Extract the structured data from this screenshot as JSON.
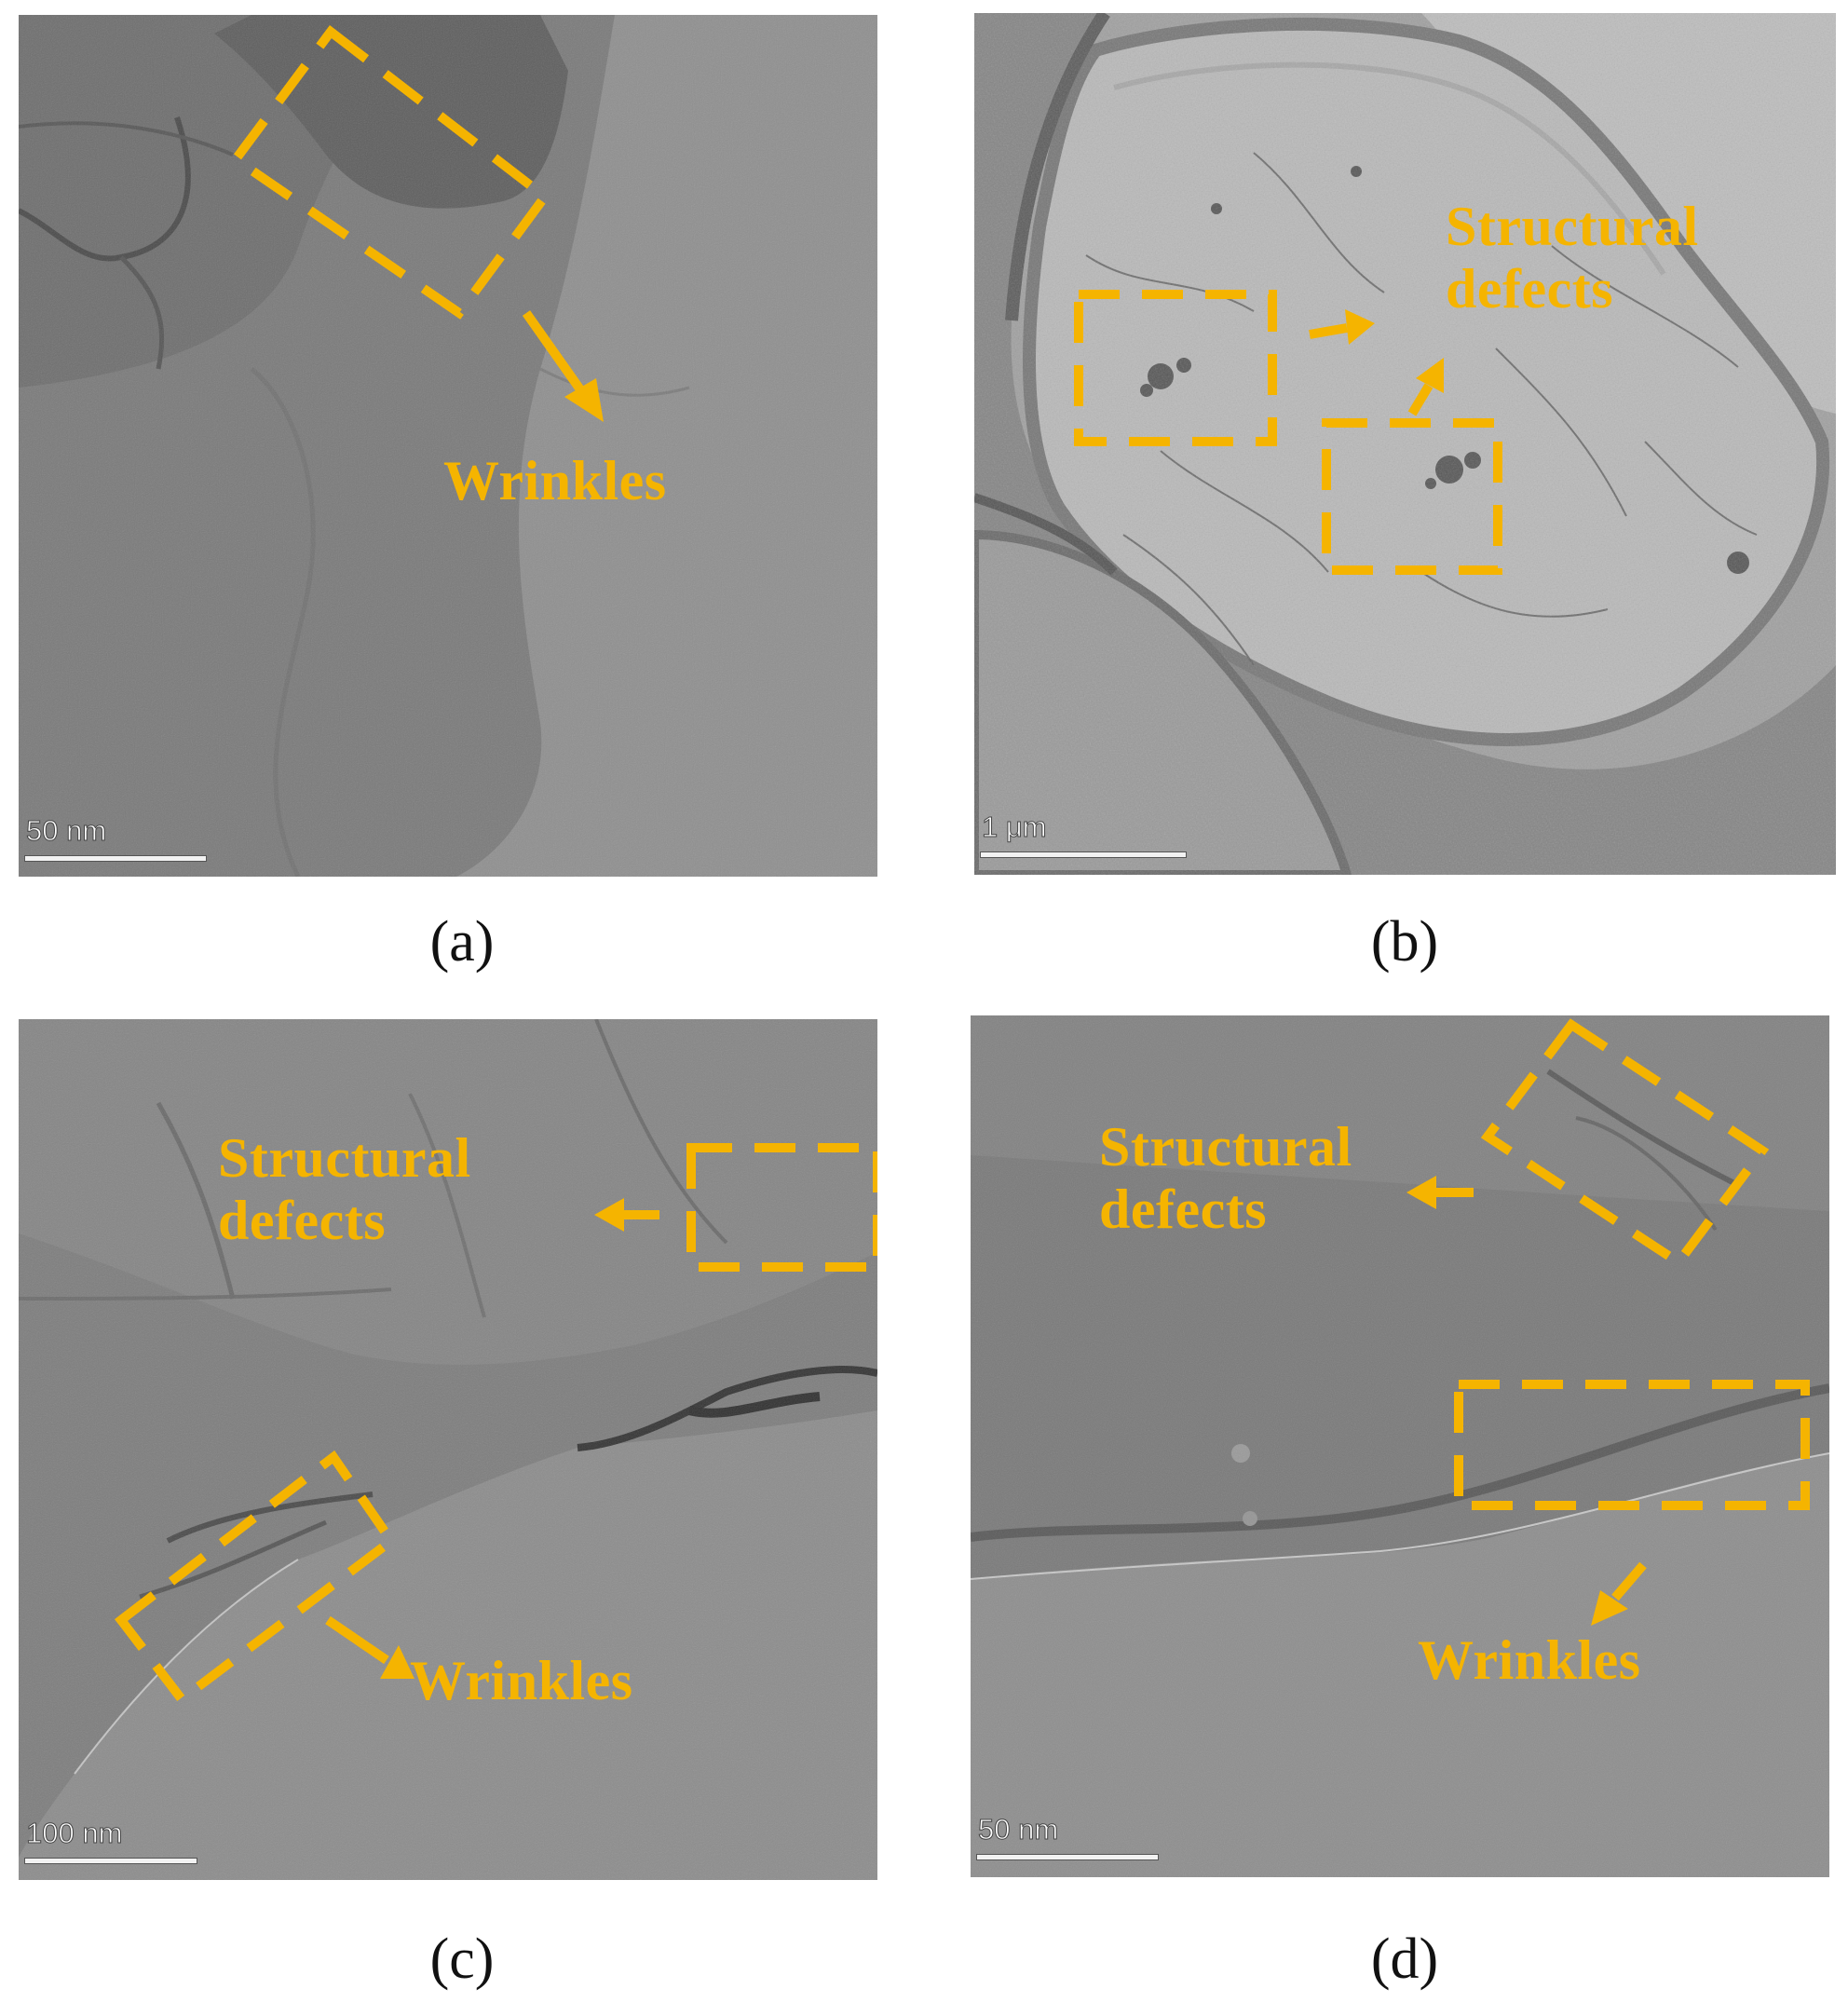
{
  "colors": {
    "annotation": "#f5b400",
    "caption": "#111111"
  },
  "panels": [
    {
      "id": "a",
      "caption": "(a)",
      "scale_label": "50 nm",
      "annotations": [
        "Wrinkles"
      ]
    },
    {
      "id": "b",
      "caption": "(b)",
      "scale_label": "1 μm",
      "annotations": [
        "Structural",
        "defects"
      ]
    },
    {
      "id": "c",
      "caption": "(c)",
      "scale_label": "100 nm",
      "annotations": [
        "Structural",
        "defects",
        "Wrinkles"
      ]
    },
    {
      "id": "d",
      "caption": "(d)",
      "scale_label": "50 nm",
      "annotations": [
        "Structural",
        "defects",
        "Wrinkles"
      ]
    }
  ]
}
